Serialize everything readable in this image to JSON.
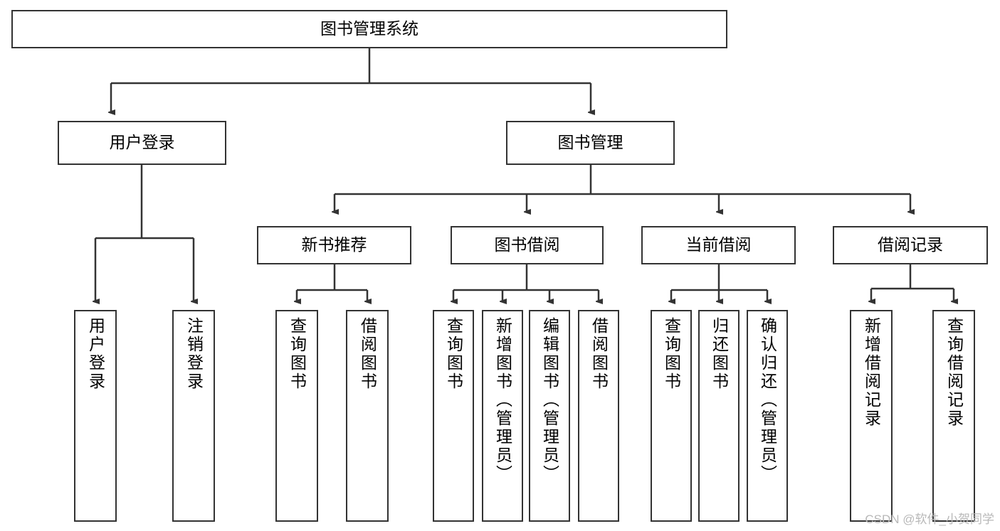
{
  "diagram": {
    "title": "图书管理系统",
    "type": "hierarchical-tree",
    "orientation": "top-down",
    "nodes": {
      "root": {
        "label": "图书管理系统",
        "level": 0
      },
      "user_login": {
        "label": "用户登录",
        "level": 1
      },
      "book_manage": {
        "label": "图书管理",
        "level": 1
      },
      "new_book_rec": {
        "label": "新书推荐",
        "level": 2
      },
      "book_borrow": {
        "label": "图书借阅",
        "level": 2
      },
      "current_borrow": {
        "label": "当前借阅",
        "level": 2
      },
      "borrow_record": {
        "label": "借阅记录",
        "level": 2
      },
      "leaf_user_login": {
        "label": "用户登录",
        "level": 3
      },
      "leaf_logout": {
        "label": "注销登录",
        "level": 3
      },
      "leaf_query_book_1": {
        "label": "查询图书",
        "level": 3
      },
      "leaf_borrow_book_1": {
        "label": "借阅图书",
        "level": 3
      },
      "leaf_query_book_2": {
        "label": "查询图书",
        "level": 3
      },
      "leaf_add_book": {
        "label": "新增图书（管理员）",
        "level": 3
      },
      "leaf_edit_book": {
        "label": "编辑图书（管理员）",
        "level": 3
      },
      "leaf_borrow_book_2": {
        "label": "借阅图书",
        "level": 3
      },
      "leaf_query_book_3": {
        "label": "查询图书",
        "level": 3
      },
      "leaf_return_book": {
        "label": "归还图书",
        "level": 3
      },
      "leaf_confirm_return": {
        "label": "确认归还（管理员）",
        "level": 3
      },
      "leaf_add_record": {
        "label": "新增借阅记录",
        "level": 3
      },
      "leaf_query_record": {
        "label": "查询借阅记录",
        "level": 3
      }
    },
    "colors": {
      "border": "#333333",
      "fill": "#ffffff",
      "edge": "#333333",
      "text": "#000000",
      "watermark": "#b8b8b8"
    }
  },
  "watermark": {
    "text": "CSDN @软件_小贺同学"
  }
}
